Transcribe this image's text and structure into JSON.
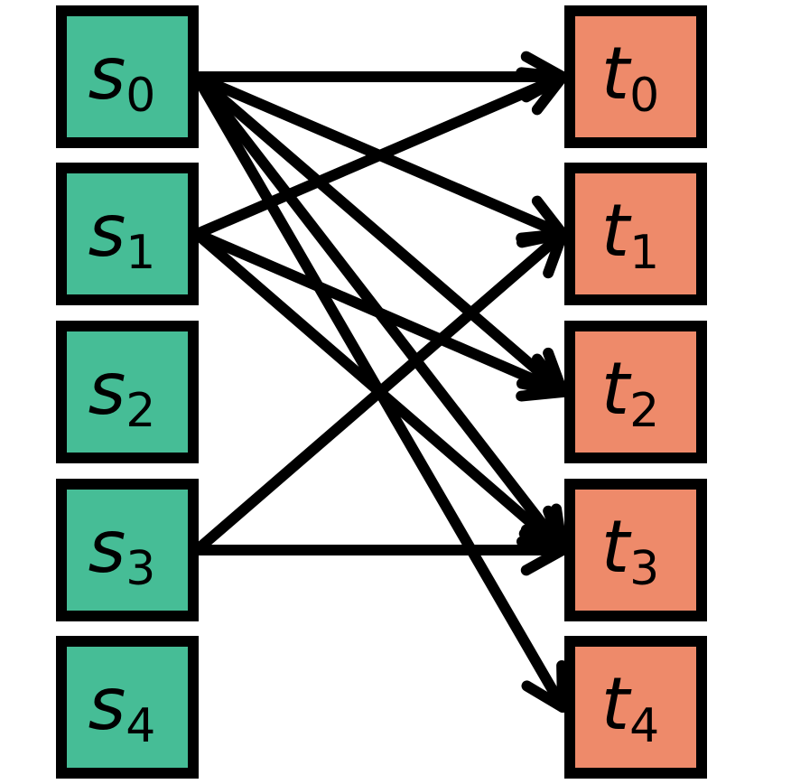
{
  "colors": {
    "source_fill": "#46bd96",
    "target_fill": "#ee8a6a",
    "stroke": "#000000",
    "background": "#ffffff"
  },
  "sources": [
    {
      "id": "s0",
      "letter": "s",
      "sub": "0"
    },
    {
      "id": "s1",
      "letter": "s",
      "sub": "1"
    },
    {
      "id": "s2",
      "letter": "s",
      "sub": "2"
    },
    {
      "id": "s3",
      "letter": "s",
      "sub": "3"
    },
    {
      "id": "s4",
      "letter": "s",
      "sub": "4"
    }
  ],
  "targets": [
    {
      "id": "t0",
      "letter": "t",
      "sub": "0"
    },
    {
      "id": "t1",
      "letter": "t",
      "sub": "1"
    },
    {
      "id": "t2",
      "letter": "t",
      "sub": "2"
    },
    {
      "id": "t3",
      "letter": "t",
      "sub": "3"
    },
    {
      "id": "t4",
      "letter": "t",
      "sub": "4"
    }
  ],
  "edges": [
    {
      "from": "s0",
      "to": "t0"
    },
    {
      "from": "s0",
      "to": "t1"
    },
    {
      "from": "s0",
      "to": "t2"
    },
    {
      "from": "s0",
      "to": "t3"
    },
    {
      "from": "s0",
      "to": "t4"
    },
    {
      "from": "s1",
      "to": "t0"
    },
    {
      "from": "s1",
      "to": "t2"
    },
    {
      "from": "s1",
      "to": "t3"
    },
    {
      "from": "s3",
      "to": "t1"
    },
    {
      "from": "s3",
      "to": "t3"
    }
  ]
}
